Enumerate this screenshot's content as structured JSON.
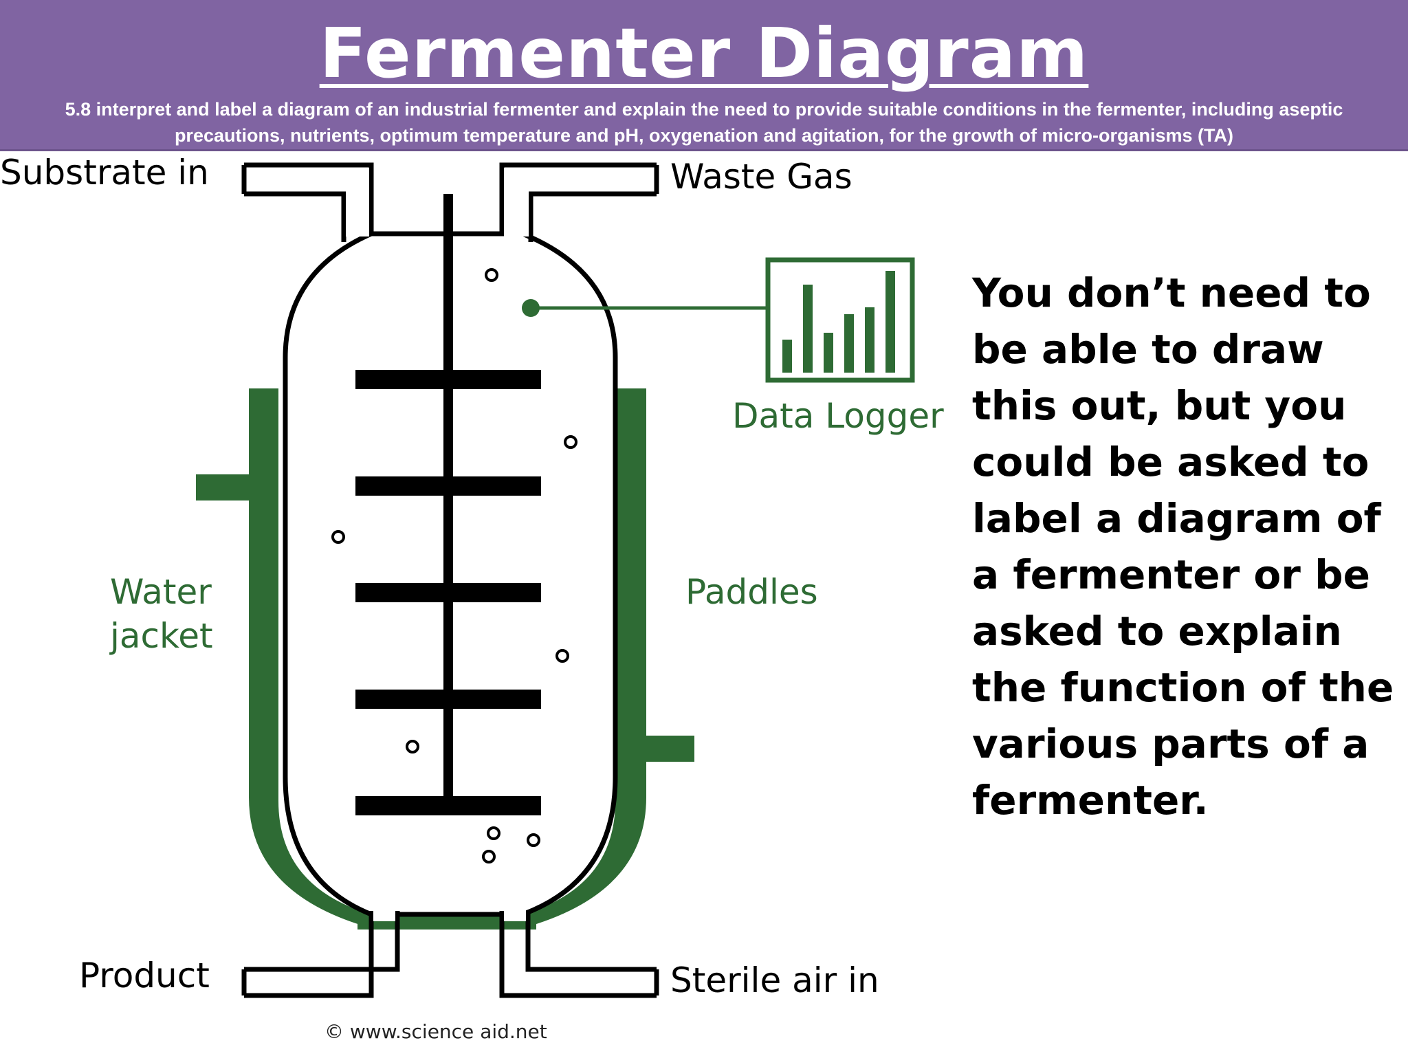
{
  "header": {
    "title": "Fermenter Diagram",
    "subtitle": "5.8 interpret and label a diagram of an industrial fermenter and explain the need to provide suitable conditions in the fermenter, including aseptic precautions, nutrients, optimum temperature and pH, oxygenation and agitation, for the growth of micro-organisms (TA)"
  },
  "diagram": {
    "labels": {
      "substrate_in": "Substrate in",
      "waste_gas": "Waste Gas",
      "data_logger": "Data Logger",
      "water_jacket_line1": "Water",
      "water_jacket_line2": "jacket",
      "paddles": "Paddles",
      "product": "Product",
      "sterile_air_in": "Sterile air in"
    },
    "credit": "© www.science aid.net",
    "colors": {
      "jacket": "#2E6B34",
      "outline": "#000000",
      "label": "#2E6B34"
    }
  },
  "note": {
    "text": "You don’t need to be able to draw this out, but you could be asked to label a diagram of a fermenter or be asked to explain the function of the various parts of a fermenter."
  }
}
